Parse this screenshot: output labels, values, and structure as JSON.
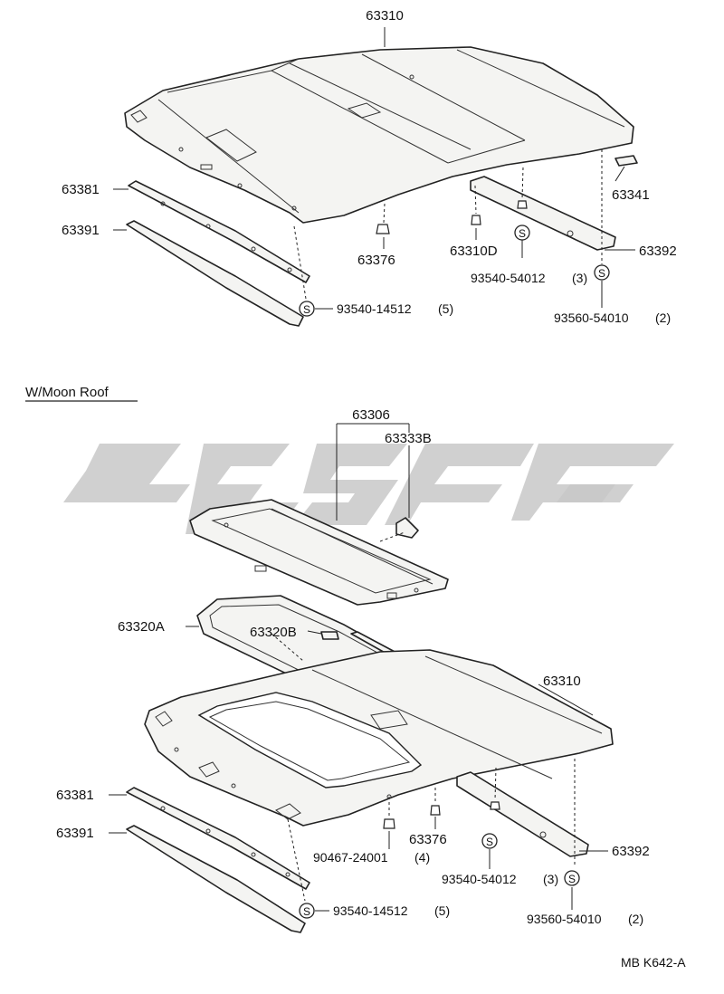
{
  "top_diagram": {
    "labels": {
      "headliner": "63310",
      "front_rail": "63381",
      "front_trim": "63391",
      "clip_center": "63376",
      "clip_d": "63310D",
      "screw_mid": "93540-54012",
      "screw_mid_qty": "(3)",
      "pad": "63341",
      "rear_bracket": "63392",
      "screw_rear": "93560-54010",
      "screw_rear_qty": "(2)",
      "screw_front": "93540-14512",
      "screw_front_qty": "(5)"
    }
  },
  "section_title": "W/Moon Roof",
  "bottom_diagram": {
    "labels": {
      "sunshade_assy": "63306",
      "sunshade_knob": "63333B",
      "seal_front": "63320A",
      "seal_side": "63320B",
      "headliner": "63310",
      "front_rail": "63381",
      "front_trim": "63391",
      "clip_left": "90467-24001",
      "clip_left_qty": "(4)",
      "clip_center": "63376",
      "screw_mid": "93540-54012",
      "screw_mid_qty": "(3)",
      "rear_bracket": "63392",
      "screw_rear": "93560-54010",
      "screw_rear_qty": "(2)",
      "screw_front": "93540-14512",
      "screw_front_qty": "(5)"
    }
  },
  "screw_symbol": "S",
  "footer_code": "MB K642-A",
  "colors": {
    "watermark": "#c8c8c8",
    "line": "#222222"
  }
}
